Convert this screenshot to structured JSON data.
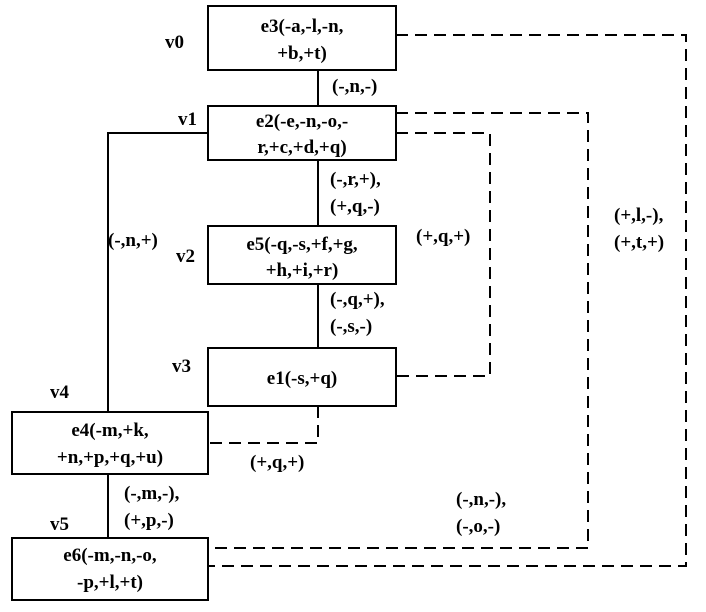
{
  "nodes": {
    "v0": {
      "id": "v0",
      "line1": "e3(-a,-l,-n,",
      "line2": "+b,+t)"
    },
    "v1": {
      "id": "v1",
      "line1": "e2(-e,-n,-o,-",
      "line2": "r,+c,+d,+q)"
    },
    "v2": {
      "id": "v2",
      "line1": "e5(-q,-s,+f,+g,",
      "line2": "+h,+i,+r)"
    },
    "v3": {
      "id": "v3",
      "line1": "e1(-s,+q)"
    },
    "v4": {
      "id": "v4",
      "line1": "e4(-m,+k,",
      "line2": "+n,+p,+q,+u)"
    },
    "v5": {
      "id": "v5",
      "line1": "e6(-m,-n,-o,",
      "line2": "-p,+l,+t)"
    }
  },
  "edges": {
    "v0_v1": {
      "line1": "(-,n,-)"
    },
    "v1_v2": {
      "line1": "(-,r,+),",
      "line2": "(+,q,-)"
    },
    "v1_v4": {
      "line1": "(-,n,+)"
    },
    "v2_v3": {
      "line1": "(-,q,+),",
      "line2": "(-,s,-)"
    },
    "v4_v5": {
      "line1": "(-,m,-),",
      "line2": "(+,p,-)"
    },
    "v1_v3": {
      "line1": "(+,q,+)"
    },
    "v3_v4": {
      "line1": "(+,q,+)"
    },
    "v1_v5": {
      "line1": "(-,n,-),",
      "line2": "(-,o,-)"
    },
    "v0_v5": {
      "line1": "(+,l,-),",
      "line2": "(+,t,+)"
    }
  }
}
